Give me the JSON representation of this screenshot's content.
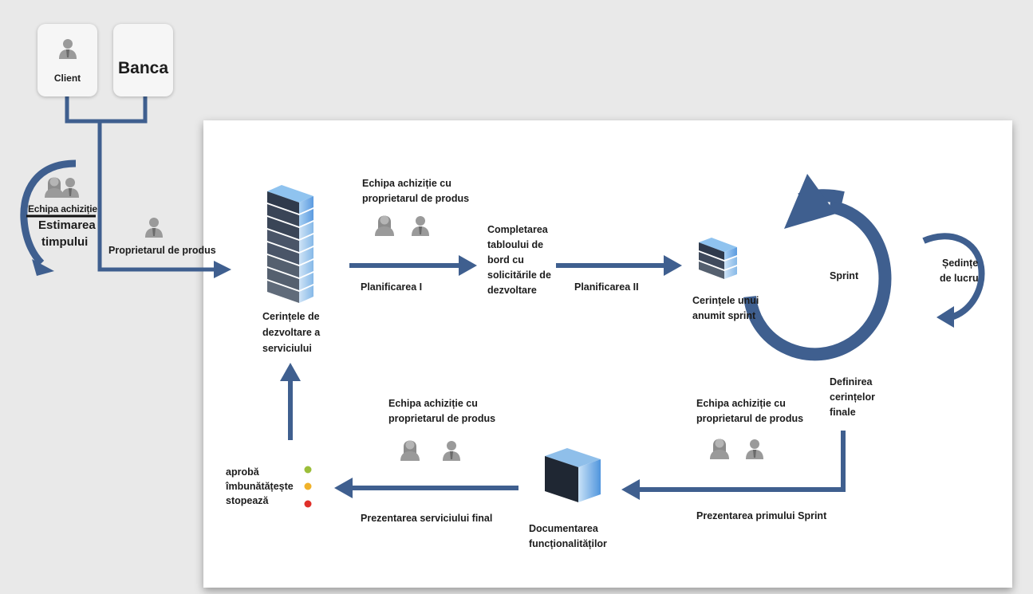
{
  "top": {
    "client_label": "Client",
    "bank_label": "Banca"
  },
  "left": {
    "team_label": "Echipa achiziție",
    "estimate_line1": "Estimarea",
    "estimate_line2": "timpului",
    "product_owner": "Proprietarul de produs"
  },
  "nodes": {
    "requirements_dev": [
      "Cerințele de",
      "dezvoltare a",
      "serviciului"
    ],
    "team_po_1": [
      "Echipa achiziție cu",
      "proprietarul de produs"
    ],
    "planning_1": "Planificarea I",
    "dashboard": [
      "Completarea",
      "tabloului de",
      "bord cu",
      "solicitările de",
      "dezvoltare"
    ],
    "planning_2": "Planificarea II",
    "sprint_req": [
      "Cerințele unui",
      "anumit sprint"
    ],
    "sprint": "Sprint",
    "work_meetings": [
      "Ședințe",
      "de lucru"
    ],
    "final_req": [
      "Definirea",
      "cerințelor",
      "finale"
    ],
    "team_po_2": [
      "Echipa achiziție cu",
      "proprietarul de produs"
    ],
    "team_po_3": [
      "Echipa achiziție cu",
      "proprietarul de produs"
    ],
    "first_sprint": "Prezentarea primului Sprint",
    "documentation": [
      "Documentarea",
      "funcționalităților"
    ],
    "final_service": "Prezentarea serviciului final",
    "approve": "aprobă",
    "improve": "îmbunătățește",
    "stop": "stopează"
  },
  "colors": {
    "arrow": "#3f5f8f",
    "block_light": "#7fb6e6",
    "block_dark": "#3e4a5e",
    "dot_approve": "#9bbe3a",
    "dot_improve": "#f0b22a",
    "dot_stop": "#e0302a"
  },
  "icons": [
    "user-icon",
    "team-icon",
    "server-stack-icon",
    "cube-icon"
  ]
}
